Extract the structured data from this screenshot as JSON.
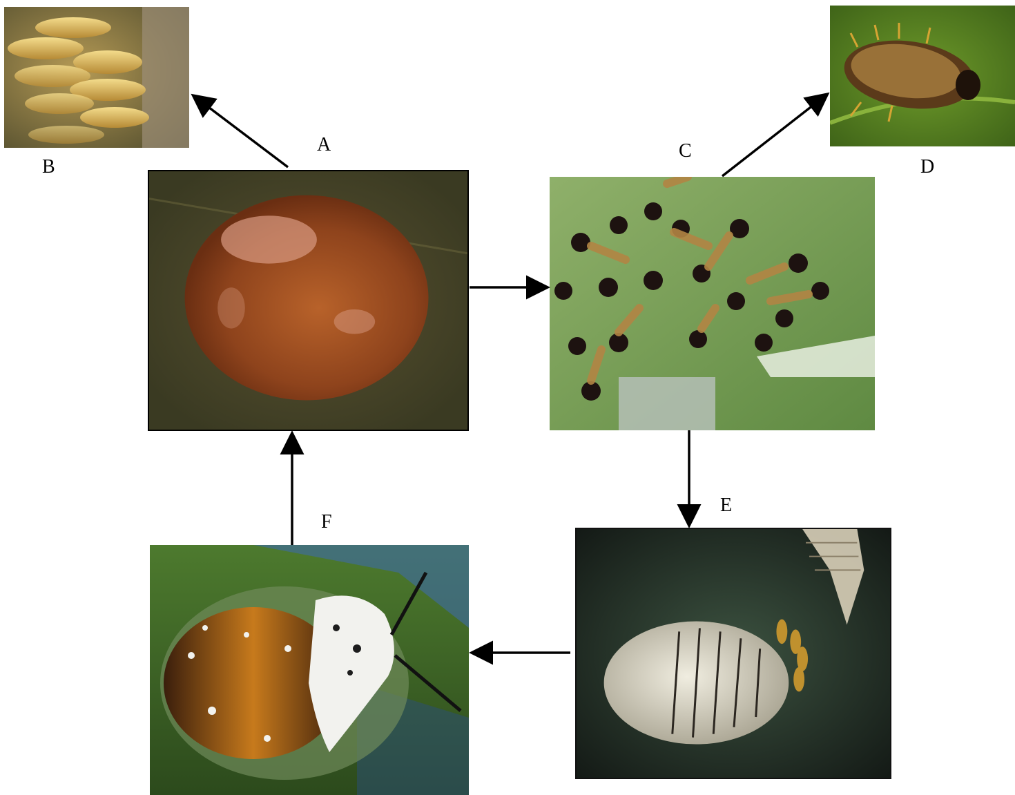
{
  "labels": {
    "A": "A",
    "B": "B",
    "C": "C",
    "D": "D",
    "E": "E",
    "F": "F"
  },
  "colors": {
    "arrow": "#000000",
    "leaf_green": "#5d7a3a",
    "egg_yellow": "#d8b65a",
    "larva_dark": "#1d1210",
    "beetle_white": "#f2f2ee",
    "beetle_orange": "#c77a1c"
  }
}
